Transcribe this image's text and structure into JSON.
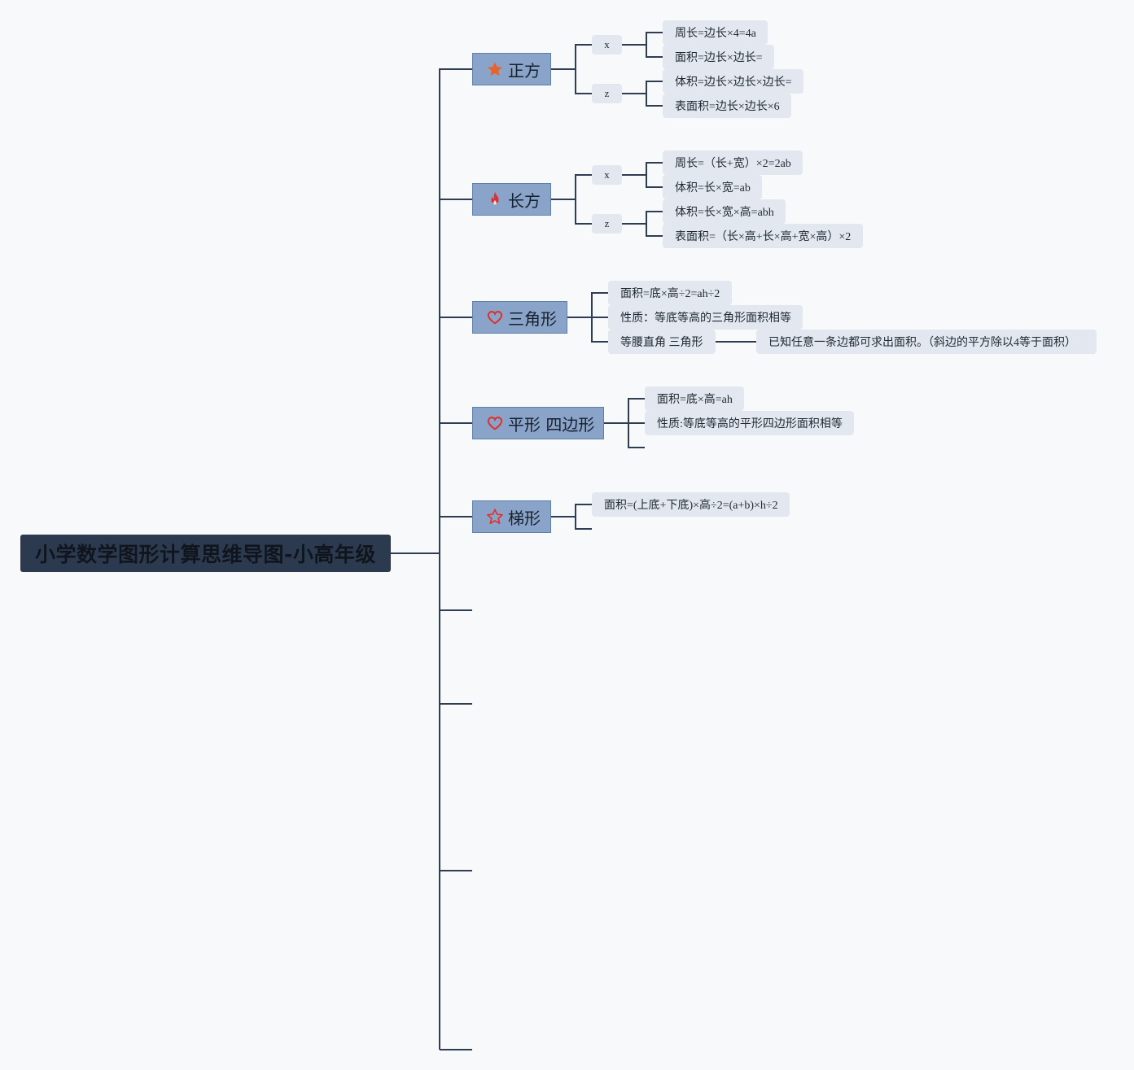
{
  "root": {
    "title": "小学数学图形计算思维导图-小高年级"
  },
  "branches": [
    {
      "label": "正方",
      "icon": "star-filled-icon",
      "groups": [
        {
          "label": "x",
          "items": [
            "周长=边长×4=4a",
            "面积=边长×边长="
          ]
        },
        {
          "label": "z",
          "items": [
            "体积=边长×边长×边长=",
            "表面积=边长×边长×6"
          ]
        }
      ]
    },
    {
      "label": "长方",
      "icon": "fire-icon",
      "groups": [
        {
          "label": "x",
          "items": [
            "周长=（长+宽）×2=2ab",
            "体积=长×宽=ab"
          ]
        },
        {
          "label": "z",
          "items": [
            "体积=长×宽×高=abh",
            "表面积=（长×高+长×高+宽×高）×2"
          ]
        }
      ]
    },
    {
      "label": "三角形",
      "icon": "heart-outline-icon",
      "items": [
        "面积=底×高÷2=ah÷2",
        "性质：等底等高的三角形面积相等",
        "等腰直角 三角形"
      ],
      "sub_item": "已知任意一条边都可求出面积。（斜边的平方除以4等于面积）"
    },
    {
      "label": "平形 四边形",
      "icon": "heart-outline-icon",
      "items": [
        "面积=底×高=ah",
        "性质:等底等高的平形四边形面积相等"
      ]
    },
    {
      "label": "梯形",
      "icon": "star-outline-icon",
      "items": [
        "面积=(上底+下底)×高÷2=(a+b)×h÷2"
      ]
    }
  ],
  "colors": {
    "background": "#f8f9fa",
    "line": "#2f3d52",
    "root_fill": "#2c3a4f",
    "main_fill": "#8aa3c9",
    "leaf_fill": "#e3e8f0",
    "icon_orange": "#e8632b",
    "icon_red": "#e0302a"
  }
}
